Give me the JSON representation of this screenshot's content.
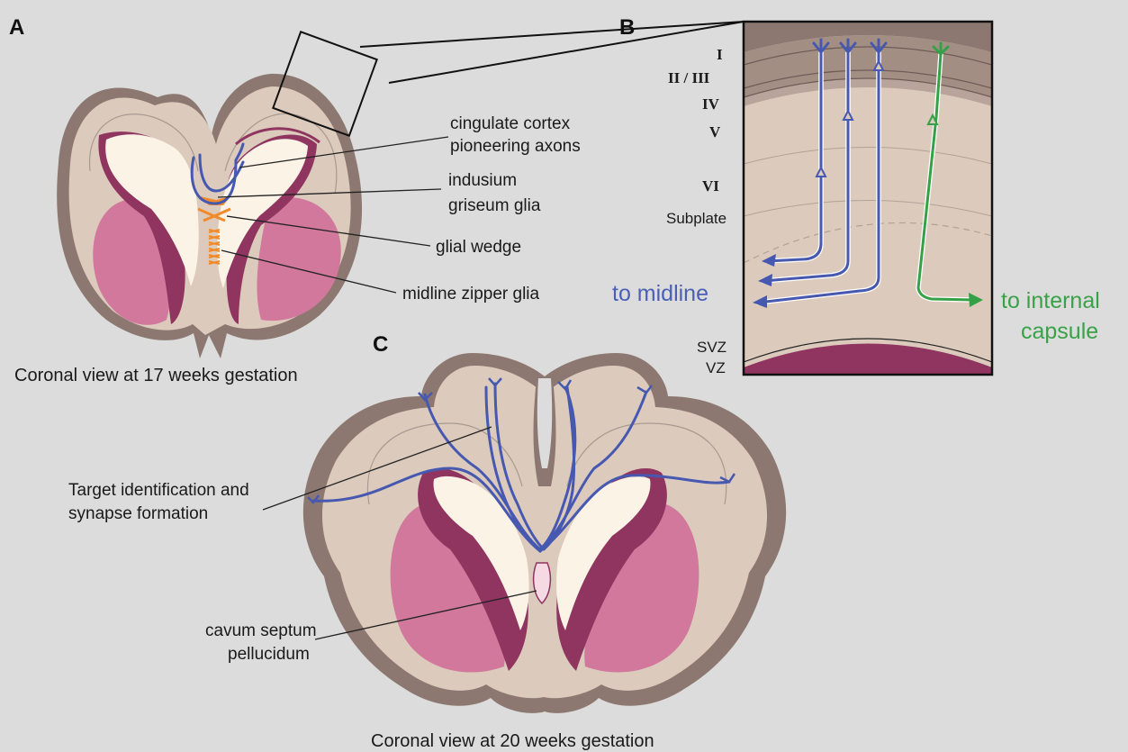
{
  "panels": {
    "a": {
      "letter": "A",
      "caption": "Coronal view at 17 weeks gestation"
    },
    "b": {
      "letter": "B"
    },
    "c": {
      "letter": "C",
      "caption": "Coronal view at 20 weeks gestation"
    }
  },
  "labels_a": {
    "cingulate_line1": "cingulate cortex",
    "cingulate_line2": "pioneering axons",
    "indusium_line1": "indusium",
    "indusium_line2": "griseum glia",
    "glial_wedge": "glial wedge",
    "midline_zipper": "midline zipper glia"
  },
  "layers_b": {
    "l1": "I",
    "l23": "II / III",
    "l4": "IV",
    "l5": "V",
    "l6": "VI",
    "subplate": "Subplate",
    "svz": "SVZ",
    "vz": "VZ"
  },
  "targets_b": {
    "midline": "to midline",
    "internal_line1": "to internal",
    "internal_line2": "capsule"
  },
  "labels_c": {
    "target_line1": "Target identification and",
    "target_line2": "synapse formation",
    "cavum_line1": "cavum septum",
    "cavum_line2": "pellucidum"
  },
  "colors": {
    "background": "#dcdcdc",
    "cortex_outer": "#8c7870",
    "tissue": "#dccbbc",
    "ventricle": "#fbf3e6",
    "dark_magenta": "#8f3560",
    "pink": "#d2789c",
    "axon_blue": "#4658b0",
    "axon_green": "#35a146",
    "glia_orange": "#f08a2a"
  }
}
